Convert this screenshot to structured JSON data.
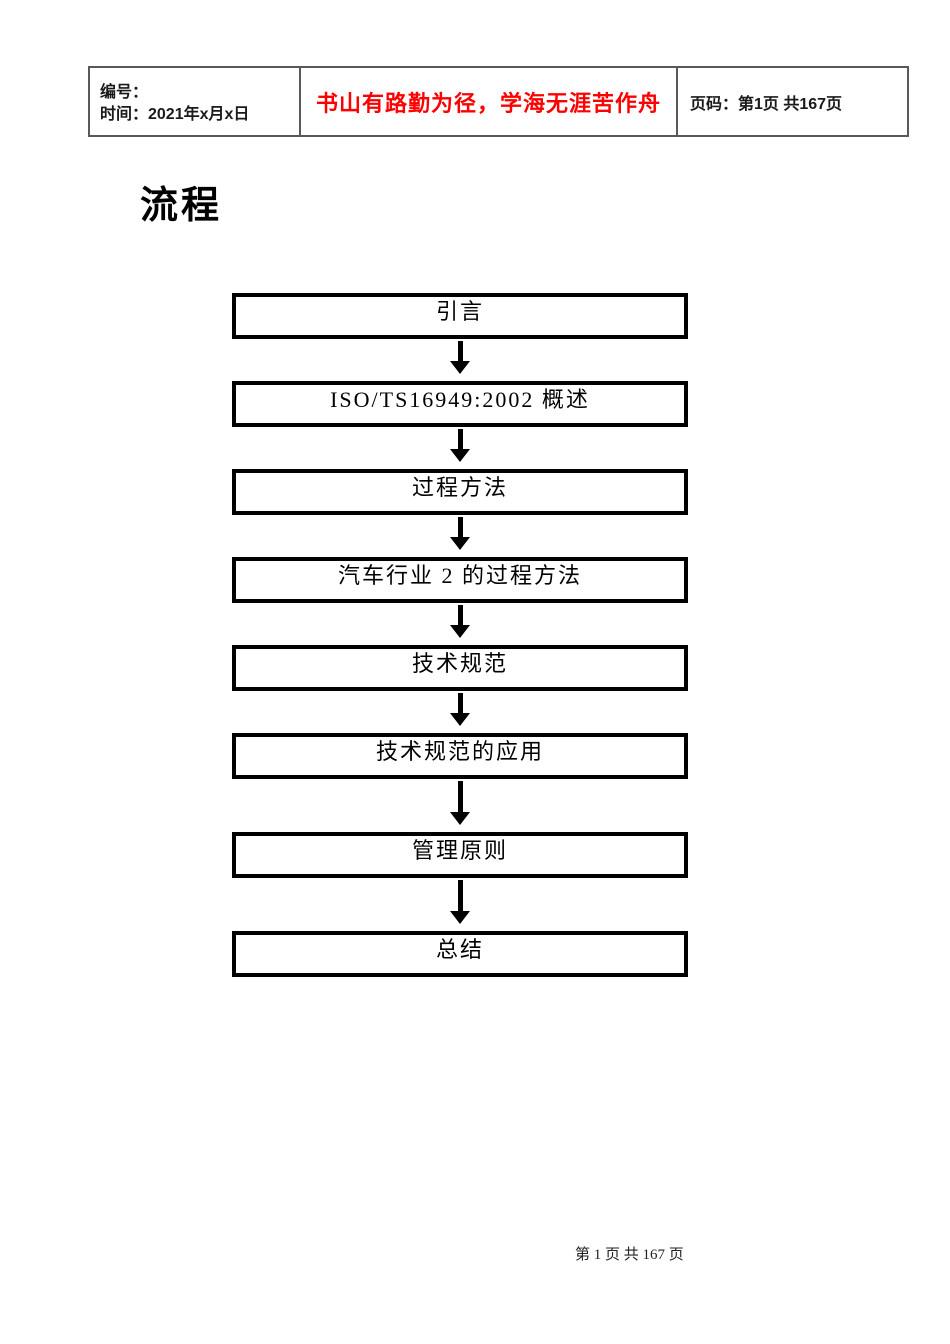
{
  "page": {
    "title": "流程",
    "footer_page_number": "第 1 页 共 167 页"
  },
  "colors": {
    "motto_red": "#ff0000",
    "table_border_gray": "#595959",
    "flow_box_border": "#000000"
  },
  "header_table": {
    "left": {
      "line1": "编号：",
      "line2": "时间：2021年x月x日"
    },
    "middle": {
      "motto": "书山有路勤为径，学海无涯苦作舟"
    },
    "right": {
      "page_info": "页码：第1页 共167页"
    }
  },
  "flowchart": {
    "steps": [
      {
        "label": "引言"
      },
      {
        "label": "ISO/TS16949:2002 概述"
      },
      {
        "label": "过程方法"
      },
      {
        "label": "汽车行业 2 的过程方法"
      },
      {
        "label": "技术规范"
      },
      {
        "label": "技术规范的应用"
      },
      {
        "label": "管理原则"
      },
      {
        "label": "总结"
      }
    ]
  }
}
